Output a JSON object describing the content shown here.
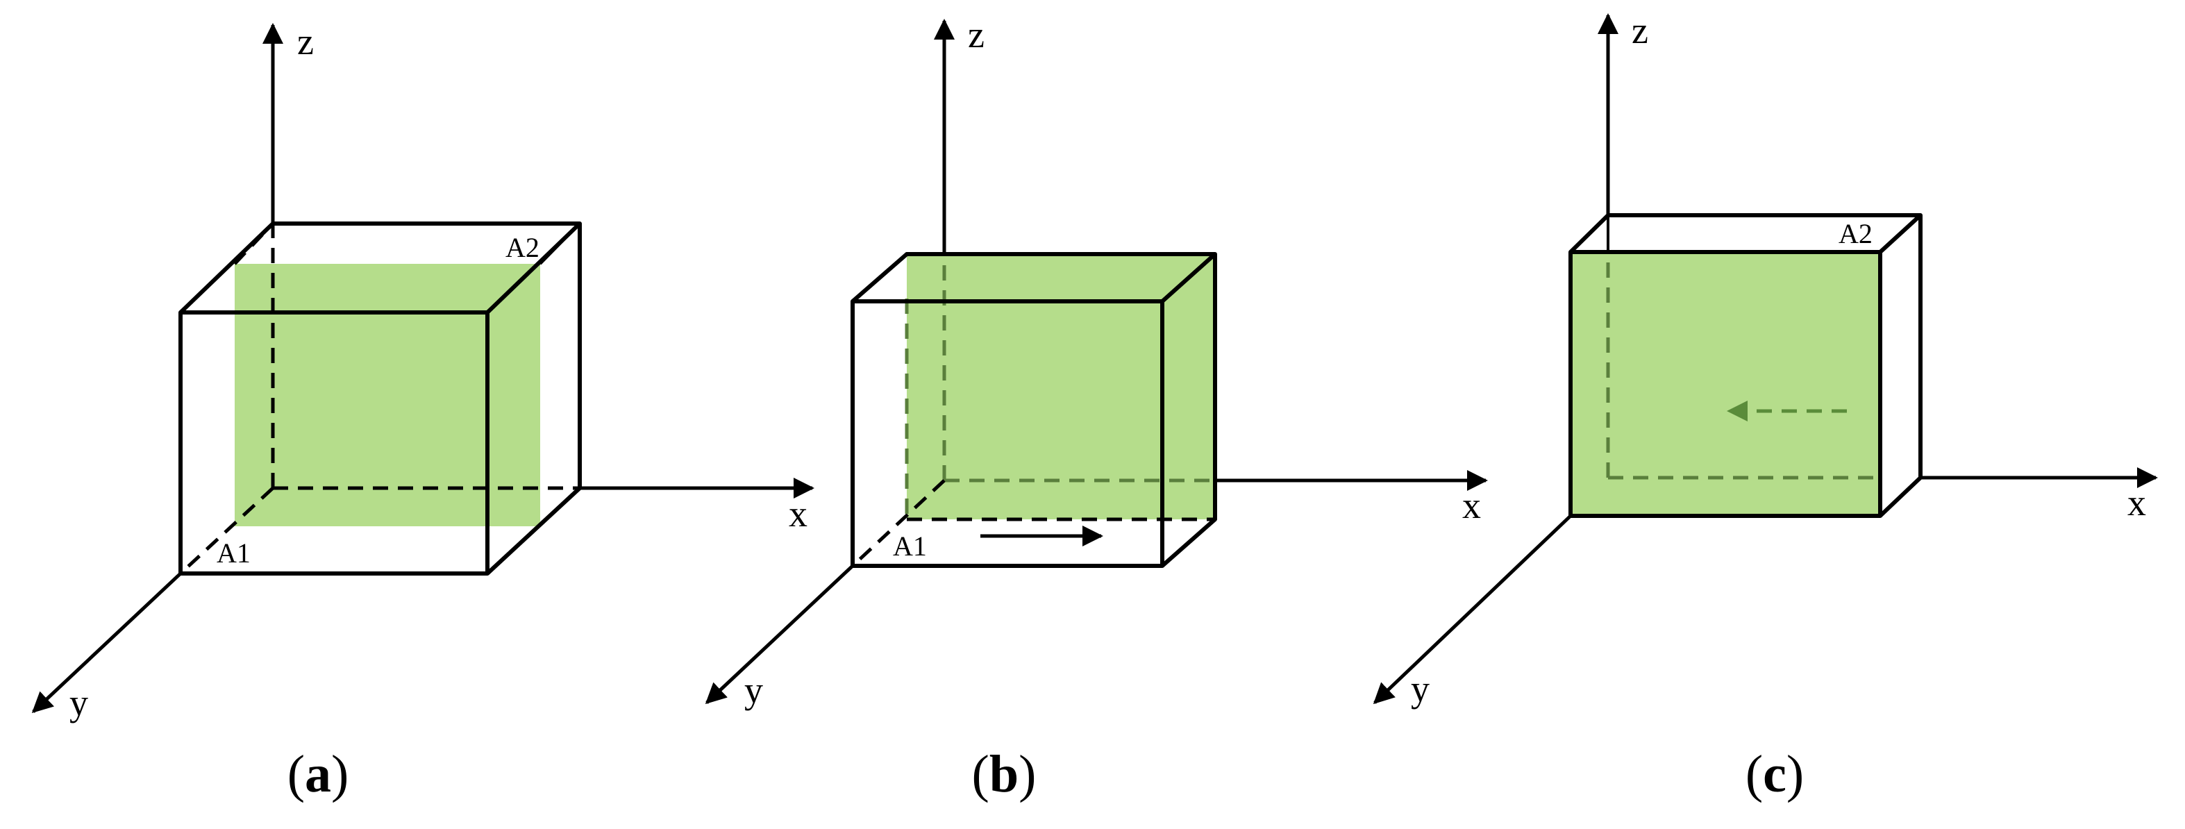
{
  "colors": {
    "plane_fill": "#b5dd8b",
    "dashed_on_plane": "#5a7f3c",
    "motion_arrow_c": "#5a8c3a",
    "lines": "#000000"
  },
  "panels": [
    {
      "caption_open": "(",
      "caption_letter": "a",
      "caption_close": ")",
      "axis_x": "x",
      "axis_y": "y",
      "axis_z": "z",
      "point_a1": "A1",
      "point_a2": "A2",
      "plane": "mid-section parallel to xz",
      "motion": "none"
    },
    {
      "caption_open": "(",
      "caption_letter": "b",
      "caption_close": ")",
      "axis_x": "x",
      "axis_y": "y",
      "axis_z": "z",
      "point_a1": "A1",
      "plane": "back face shifted along +x",
      "motion": "solid arrow toward +x"
    },
    {
      "caption_open": "(",
      "caption_letter": "c",
      "caption_close": ")",
      "axis_x": "x",
      "axis_y": "y",
      "axis_z": "z",
      "point_a2": "A2",
      "plane": "front face",
      "motion": "dashed arrow toward -x"
    }
  ]
}
